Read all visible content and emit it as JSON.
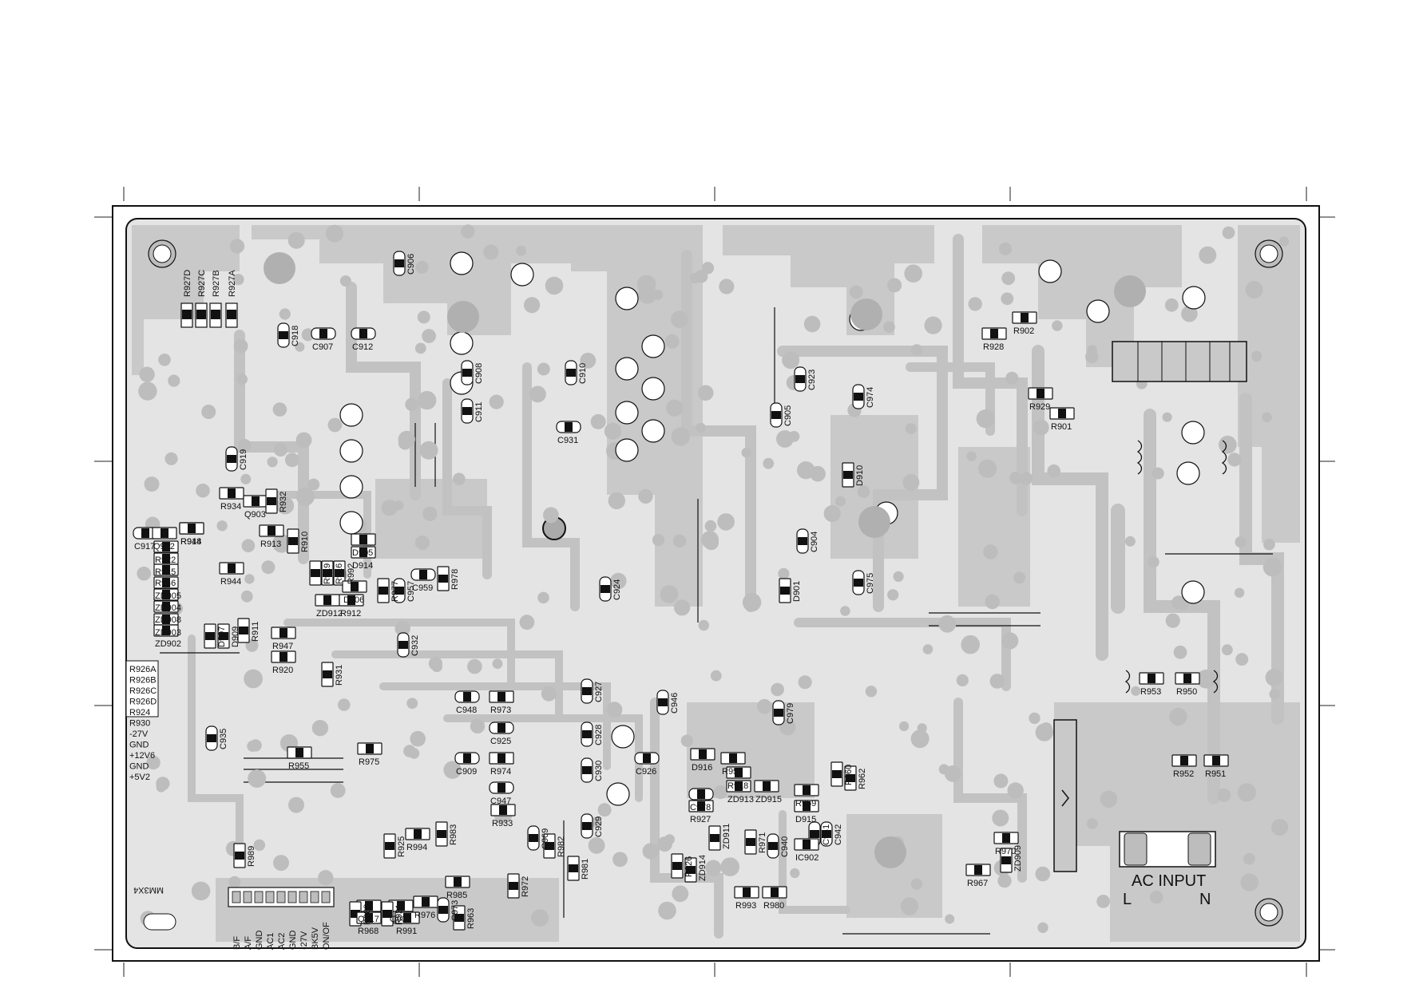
{
  "board": {
    "code": "MM3X4",
    "colors": {
      "copper": "#c8c8c8",
      "board": "#e6e6e6",
      "outline": "#111111",
      "pad": "#bdbdbd",
      "smd": "#111111"
    },
    "ac_input": {
      "title": "AC INPUT",
      "l": "L",
      "n": "N"
    },
    "left_labels": [
      "R926A",
      "R926B",
      "R926C",
      "R926D",
      "R924",
      "R930",
      "-27V",
      "GND",
      "+12V6",
      "GND",
      "+5V2"
    ],
    "bottom_labels": [
      "B/F",
      "A/F",
      "GND",
      "AC1",
      "AC2",
      "GND",
      "-27V",
      "BK5V",
      "ON/OF"
    ],
    "top_labels": [
      "R927D",
      "R927C",
      "R927B",
      "R927A"
    ],
    "components": [
      "C906",
      "C918",
      "C907",
      "C912",
      "C908",
      "C911",
      "C910",
      "C931",
      "C919",
      "R934",
      "Q903",
      "R932",
      "R948",
      "R910",
      "R914",
      "R913",
      "C917",
      "Q902",
      "R922",
      "R915",
      "R946",
      "ZD905",
      "ZD904",
      "R944",
      "ZD908",
      "ZD903",
      "ZD902",
      "D905",
      "D914",
      "R919",
      "R916",
      "R992",
      "D906",
      "R977",
      "C957",
      "C959",
      "R978",
      "ZD912",
      "R912",
      "R911",
      "R947",
      "R920",
      "D907",
      "D909",
      "C932",
      "R931",
      "C935",
      "R955",
      "R975",
      "R973",
      "C948",
      "C925",
      "C909",
      "R974",
      "C947",
      "R933",
      "C927",
      "C928",
      "C930",
      "C924",
      "R989",
      "R925",
      "R994",
      "R983",
      "R985",
      "C969",
      "R982",
      "R981",
      "C929",
      "R976",
      "Q917",
      "Q906",
      "R988",
      "R968",
      "R921",
      "R991",
      "C973",
      "R963",
      "R972",
      "C905",
      "C923",
      "C974",
      "D910",
      "C904",
      "D901",
      "C975",
      "C946",
      "C979",
      "D916",
      "R958",
      "C926",
      "R918",
      "ZD915",
      "C978",
      "ZD913",
      "R927",
      "R960",
      "R962",
      "R959",
      "D915",
      "ZD911",
      "C941",
      "C942",
      "IC902",
      "C940",
      "R971",
      "R926",
      "ZD914",
      "R993",
      "R980",
      "R928",
      "R902",
      "R929",
      "R901",
      "R953",
      "R950",
      "R952",
      "R951",
      "R970",
      "ZD909",
      "R967"
    ]
  }
}
